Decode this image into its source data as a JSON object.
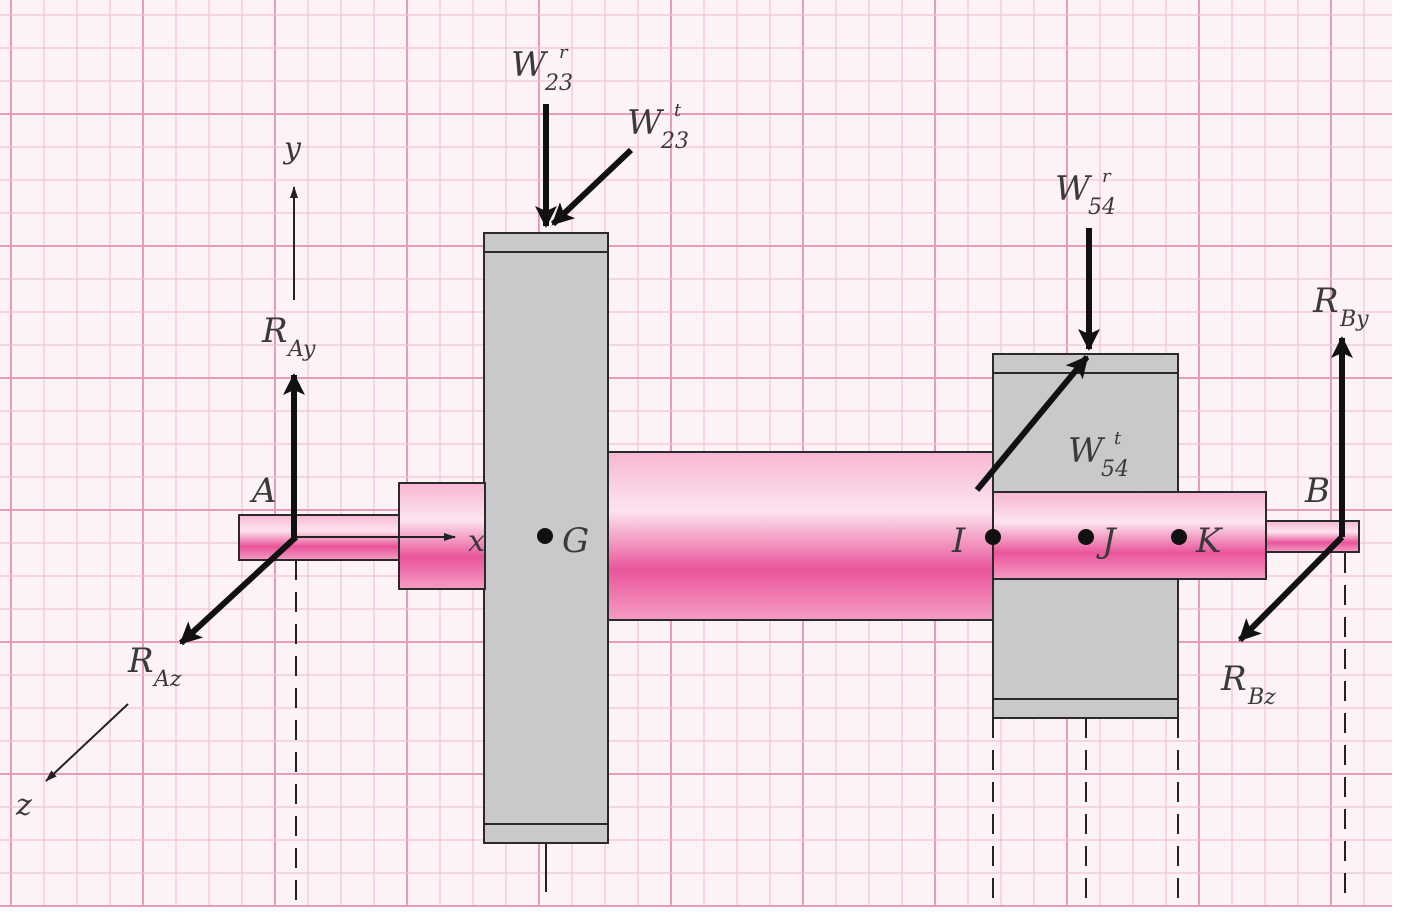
{
  "colors": {
    "background": "#fdf3f7",
    "grid_minor": "#f1c3d6",
    "grid_major": "#e79cbc",
    "shaft_pink": "#e9559a",
    "gear_gray": "#c9c9cb",
    "outline": "#2a2a2a",
    "arrow": "#1a1a1a"
  },
  "axes": {
    "x": "x",
    "y": "y",
    "z": "z"
  },
  "points": {
    "A": "A",
    "B": "B",
    "G": "G",
    "I": "I",
    "J": "J",
    "K": "K"
  },
  "forces": {
    "W23r": {
      "base": "W",
      "sub": "23",
      "sup": "r"
    },
    "W23t": {
      "base": "W",
      "sub": "23",
      "sup": "t"
    },
    "W54r": {
      "base": "W",
      "sub": "54",
      "sup": "r"
    },
    "W54t": {
      "base": "W",
      "sub": "54",
      "sup": "t"
    },
    "RAy": {
      "base": "R",
      "sub": "Ay"
    },
    "RAz": {
      "base": "R",
      "sub": "Az"
    },
    "RBy": {
      "base": "R",
      "sub": "By"
    },
    "RBz": {
      "base": "R",
      "sub": "Bz"
    }
  },
  "icons": {
    "axis_arrow": "thin-arrow-icon",
    "force_arrow": "bold-arrow-icon"
  }
}
